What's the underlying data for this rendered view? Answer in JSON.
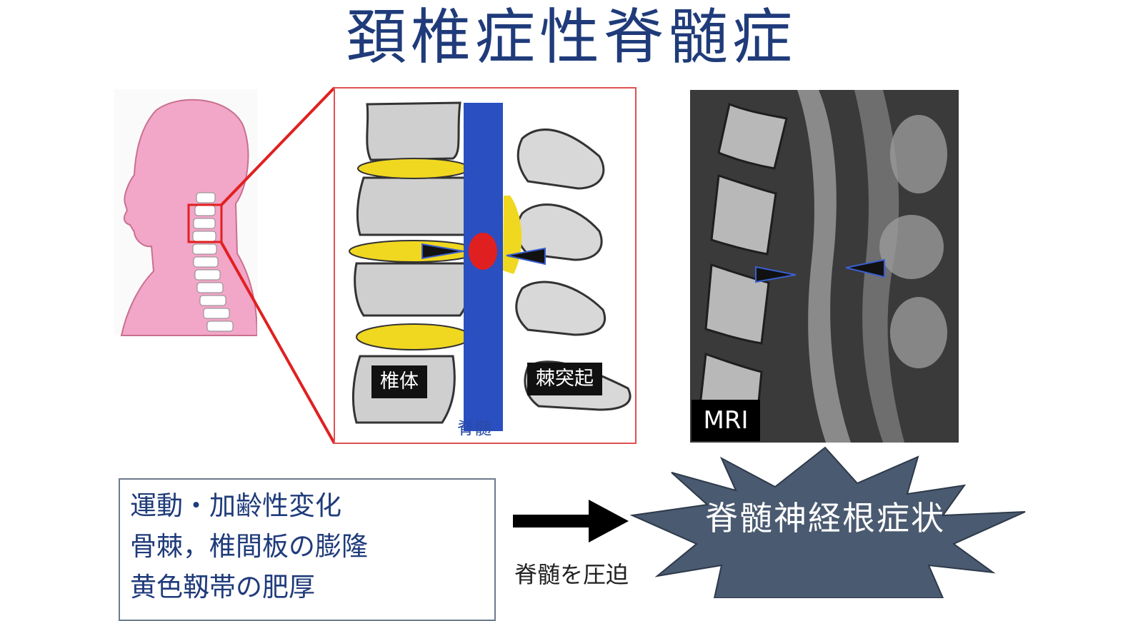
{
  "title": "頚椎症性脊髄症",
  "diagram": {
    "labels": {
      "vertebral_body": "椎体",
      "spinous_process": "棘突起",
      "spinal_cord": "脊髄"
    }
  },
  "mri": {
    "label": "MRI"
  },
  "causes": {
    "lines": [
      "運動・加齢性変化",
      "骨棘，椎間板の膨隆",
      "黄色靱帯の肥厚"
    ]
  },
  "arrow": {
    "caption": "脊髄を圧迫"
  },
  "result": {
    "text": "脊髄神経根症状"
  },
  "colors": {
    "title": "#1f3b7a",
    "zoom_frame": "#e02020",
    "skin": "#f2a6c8",
    "disc": "#f0d820",
    "spinal_cord": "#2a4fc0",
    "compression": "#e02020",
    "burst": "#4a5a70"
  }
}
